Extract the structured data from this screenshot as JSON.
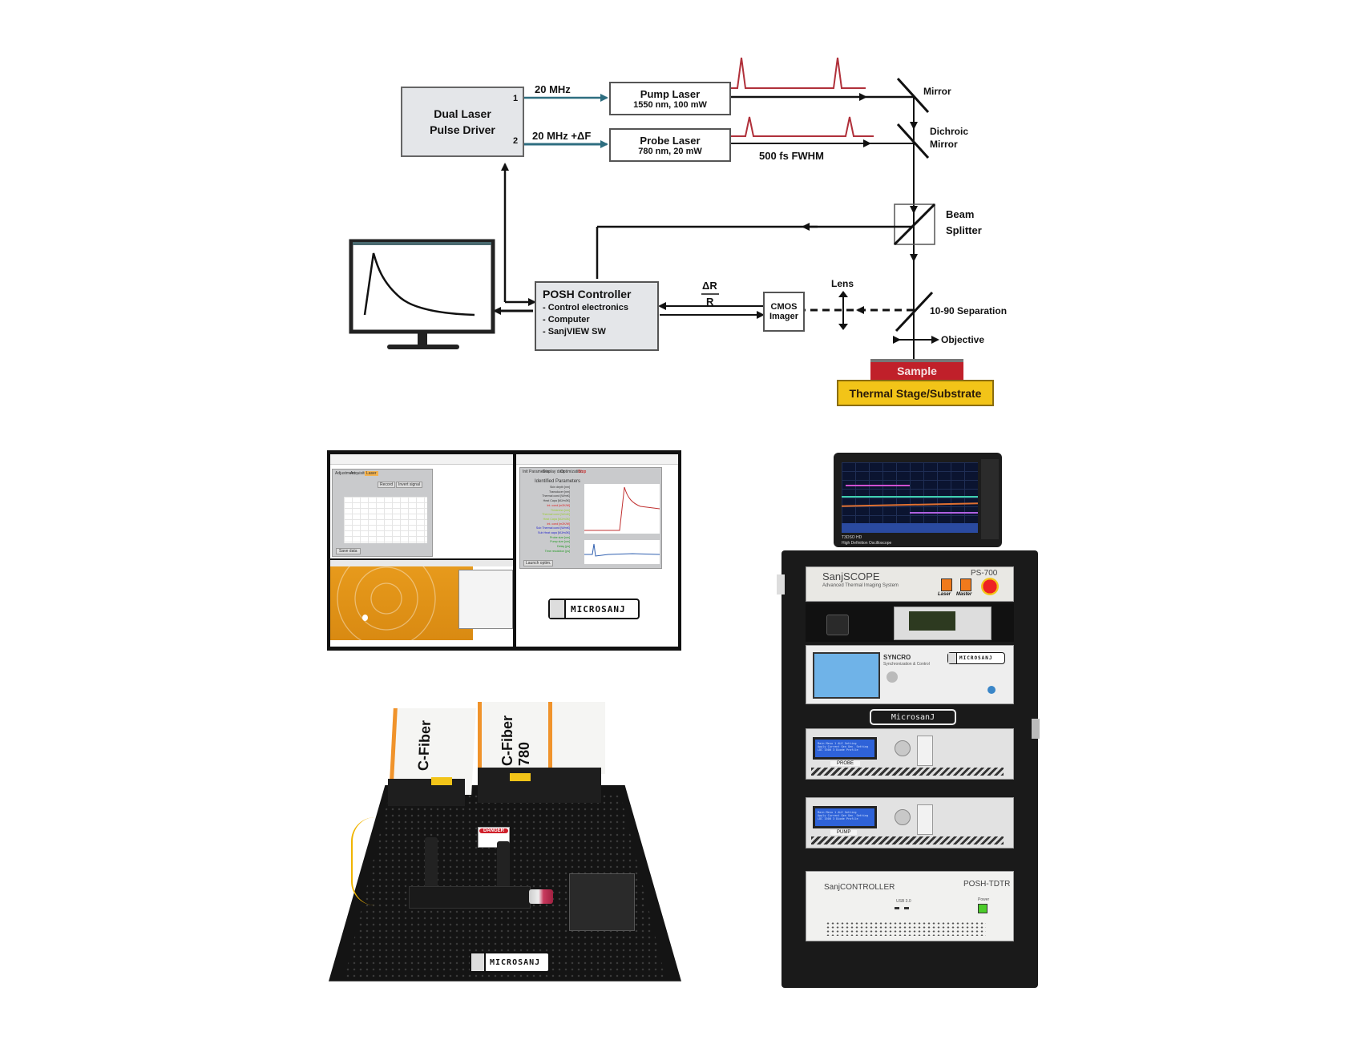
{
  "diagram": {
    "driver": {
      "line1": "Dual Laser",
      "line2": "Pulse Driver",
      "port1": "1",
      "port2": "2"
    },
    "signals": {
      "pump_freq": "20 MHz",
      "probe_freq": "20 MHz +ΔF"
    },
    "pump_laser": {
      "title": "Pump Laser",
      "spec": "1550 nm, 100 mW"
    },
    "probe_laser": {
      "title": "Probe Laser",
      "spec": "780 nm, 20 mW"
    },
    "pulse_width": "500 fs FWHM",
    "mirror": "Mirror",
    "dichroic": {
      "line1": "Dichroic",
      "line2": "Mirror"
    },
    "beam_splitter": {
      "line1": "Beam",
      "line2": "Splitter"
    },
    "controller": {
      "title": "POSH Controller",
      "items": [
        "- Control electronics",
        "- Computer",
        "- SanjVIEW SW"
      ]
    },
    "signal_ratio": {
      "numerator": "ΔR",
      "denominator": "R"
    },
    "cmos": {
      "line1": "CMOS",
      "line2": "Imager"
    },
    "lens": "Lens",
    "separation": "10-90 Separation",
    "objective": "Objective",
    "sample": "Sample",
    "stage": "Thermal Stage/Substrate",
    "colors": {
      "pulse": "#b0303a",
      "sample": "#c0202a",
      "stage": "#f2c418",
      "box_grey": "#e4e6e9"
    }
  },
  "software_screenshot": {
    "left_tabs": [
      "Adjustment",
      "Acquisition",
      "Laser"
    ],
    "buttons": {
      "record": "Record",
      "invert": "Invert signal",
      "save": "Save data"
    },
    "right_tabs": [
      "Init Parameters",
      "Display data",
      "Optimization",
      "Stop"
    ],
    "identified_params_title": "Identified Parameters",
    "parameters": [
      "Skin depth [nm]",
      "Transducer [nm]",
      "Thermal cond [W/mK]",
      "Heat Capa [MJ/m3K]",
      "Int. cond [m2K/W]",
      "Thickness [nm]",
      "Thermal cond [W/mK]",
      "Heat Capa [MJ/m3K]",
      "Int. cond [m2K/W]",
      "Sub Thermal cond [W/mK]",
      "Sub Heat capa [MJ/m3K]",
      "Probe size [um]",
      "Pump size [um]",
      "Delay [ps]",
      "Time resolution [ps]"
    ],
    "launch_button": "Launch optim.",
    "logo": "MICROSANJ"
  },
  "optical_table": {
    "laser_labels": [
      "C-Fiber",
      "C-Fiber 780"
    ],
    "warning": "DANGER",
    "logo": "MICROSANJ"
  },
  "rack": {
    "scope": {
      "model": "T3DSO HD",
      "subtitle": "High Definition Oscilloscope"
    },
    "sanjscope": {
      "title": "SanjSCOPE",
      "subtitle": "Advanced Thermal Imaging System",
      "model": "PS-700",
      "switch1": "Laser",
      "switch2": "Master"
    },
    "synchro": {
      "title": "SYNCRO",
      "subtitle": "Synchronization & Control",
      "logo": "MICROSANJ"
    },
    "plate_logo": "MicrosanJ",
    "probe_unit": {
      "label": "PROBE",
      "lcd": [
        "Main Menu       1 ALE Setting",
        "Apply Current Gen  Gen. Setting",
        "LDC 1500        3 Diode Profile"
      ]
    },
    "pump_unit": {
      "label": "PUMP",
      "lcd": [
        "Main Menu       1 ALE Setting",
        "Apply Current Gen  Gen. Setting",
        "LDC 1500        3 Diode Profile"
      ]
    },
    "controller": {
      "title": "SanjCONTROLLER",
      "model": "POSH-TDTR",
      "usb": "USB 3.0",
      "power": "Power"
    }
  }
}
